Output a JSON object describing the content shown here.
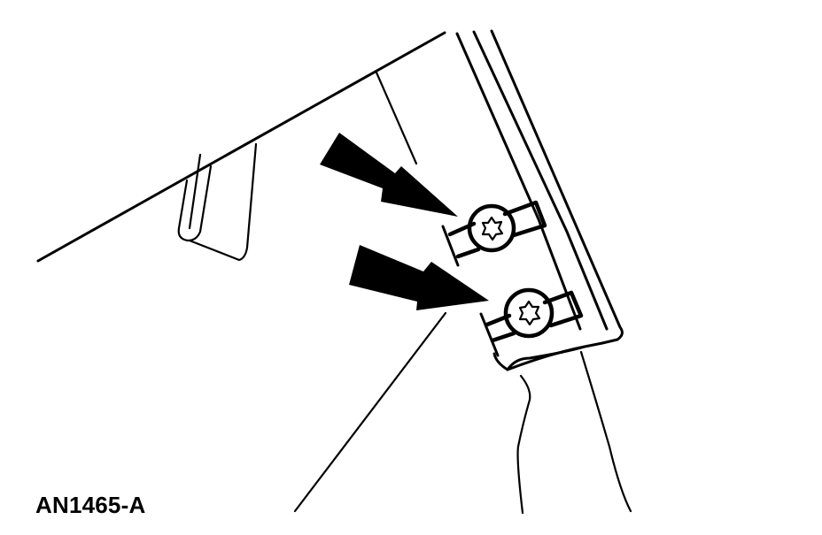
{
  "figure": {
    "label": "AN1465-A",
    "description": "Service illustration: two Torx screws securing a trim bracket, indicated by two arrows",
    "colors": {
      "line": "#000000",
      "background": "#ffffff"
    }
  },
  "callouts": [
    {
      "name": "upper-arrow",
      "target": "upper-torx-screw"
    },
    {
      "name": "lower-arrow",
      "target": "lower-torx-screw"
    }
  ],
  "fasteners": [
    {
      "name": "upper-torx-screw",
      "icon": "torx-screw-icon"
    },
    {
      "name": "lower-torx-screw",
      "icon": "torx-screw-icon"
    }
  ]
}
